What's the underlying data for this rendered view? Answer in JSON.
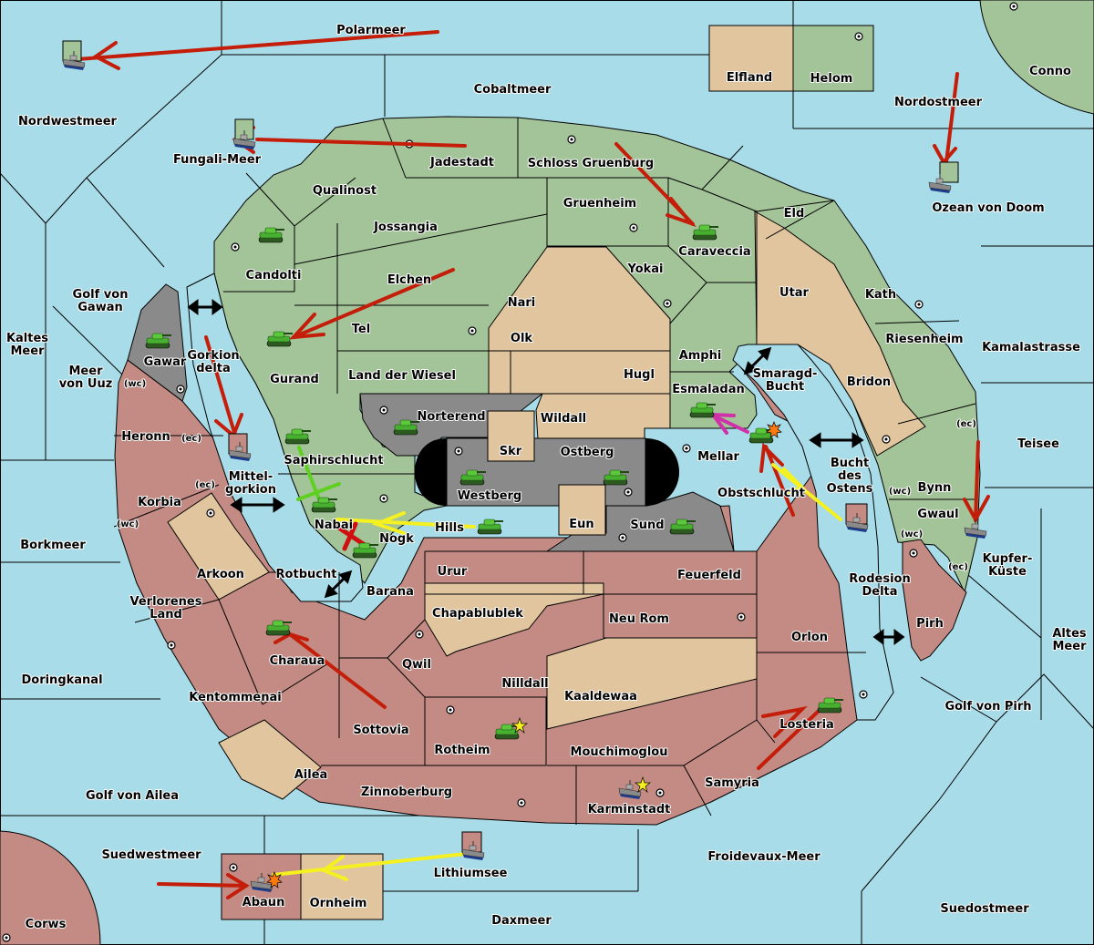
{
  "game": "Diplomacy-style strategy map",
  "colors": {
    "sea": "#a8dce8",
    "power_green": "#a3c498",
    "power_red": "#c38b83",
    "neutral_tan": "#e1c59f",
    "impassable_gray": "#8a8a8a",
    "order_red": "#c41e0a",
    "order_yellow": "#f5f020",
    "order_green": "#5fd020",
    "order_magenta": "#d030a8"
  },
  "seas": [
    {
      "name": "Polarmeer"
    },
    {
      "name": "Nordwestmeer"
    },
    {
      "name": "Cobaltmeer"
    },
    {
      "name": "Fungali-Meer"
    },
    {
      "name": "Nordostmeer"
    },
    {
      "name": "Ozean von Doom"
    },
    {
      "name": "Golf von Gawan"
    },
    {
      "name": "Kaltes Meer"
    },
    {
      "name": "Meer von Uuz"
    },
    {
      "name": "Gorkion delta"
    },
    {
      "name": "Mittel-gorkion"
    },
    {
      "name": "Borkmeer"
    },
    {
      "name": "Rotbucht"
    },
    {
      "name": "Smaragd-Bucht"
    },
    {
      "name": "Bucht des Ostens"
    },
    {
      "name": "Kamalastrasse"
    },
    {
      "name": "Teisee"
    },
    {
      "name": "Kupfer-Küste"
    },
    {
      "name": "Rodesion Delta"
    },
    {
      "name": "Altes Meer"
    },
    {
      "name": "Golf von Pirh"
    },
    {
      "name": "Doringkanal"
    },
    {
      "name": "Golf von Ailea"
    },
    {
      "name": "Suedwestmeer"
    },
    {
      "name": "Lithiumsee"
    },
    {
      "name": "Froidevaux-Meer"
    },
    {
      "name": "Daxmeer"
    },
    {
      "name": "Suedostmeer"
    }
  ],
  "labels": {
    "Polarmeer": "Polarmeer",
    "Nordwestmeer": "Nordwestmeer",
    "Cobaltmeer": "Cobaltmeer",
    "Fungali": "Fungali-Meer",
    "Nordostmeer": "Nordostmeer",
    "Ozean": "Ozean von Doom",
    "GolfGawan1": "Golf von",
    "GolfGawan2": "Gawan",
    "Kaltes1": "Kaltes",
    "Kaltes2": "Meer",
    "Uuz1": "Meer",
    "Uuz2": "von Uuz",
    "Gorkion1": "Gorkion",
    "Gorkion2": "delta",
    "Mittel1": "Mittel-",
    "Mittel2": "gorkion",
    "Borkmeer": "Borkmeer",
    "Rotbucht": "Rotbucht",
    "Smaragd1": "Smaragd-",
    "Smaragd2": "Bucht",
    "Bucht1": "Bucht",
    "Bucht2": "des",
    "Bucht3": "Ostens",
    "Kamala": "Kamalastrasse",
    "Teisee": "Teisee",
    "Kupfer1": "Kupfer-",
    "Kupfer2": "Küste",
    "Rodesion1": "Rodesion",
    "Rodesion2": "Delta",
    "Altes1": "Altes",
    "Altes2": "Meer",
    "GolfPirh": "Golf von Pirh",
    "Doring": "Doringkanal",
    "GolfAilea": "Golf von Ailea",
    "Suedwest": "Suedwestmeer",
    "Lithium": "Lithiumsee",
    "Froidevaux": "Froidevaux-Meer",
    "Daxmeer": "Daxmeer",
    "Suedost": "Suedostmeer",
    "Elfland": "Elfland",
    "Helom": "Helom",
    "Conno": "Conno",
    "Jadestadt": "Jadestadt",
    "Schloss": "Schloss Gruenburg",
    "Qualinost": "Qualinost",
    "Jossangia": "Jossangia",
    "Gruenheim": "Gruenheim",
    "Eld": "Eld",
    "Caraveccia": "Caraveccia",
    "Candolti": "Candolti",
    "Elchen": "Elchen",
    "Yokai": "Yokai",
    "Utar": "Utar",
    "Kath": "Kath",
    "Nari": "Nari",
    "Tel": "Tel",
    "Olk": "Olk",
    "Gurand": "Gurand",
    "Amphi": "Amphi",
    "Riesenheim": "Riesenheim",
    "Land": "Land der Wiesel",
    "Hugl": "Hugl",
    "Bridon": "Bridon",
    "Gawar": "Gawar",
    "Esmaladan": "Esmaladan",
    "Norterend": "Norterend",
    "Wildall": "Wildall",
    "Heronn": "Heronn",
    "Saphir": "Saphirschlucht",
    "Skr": "Skr",
    "Ostberg": "Ostberg",
    "Mellar": "Mellar",
    "Westberg": "Westberg",
    "Korbia": "Korbia",
    "Obst": "Obstschlucht",
    "Bynn": "Bynn",
    "Nabai": "Nabai",
    "Hills": "Hills",
    "Eun": "Eun",
    "Sund": "Sund",
    "Gwaul": "Gwaul",
    "Nogk": "Nogk",
    "Arkoon": "Arkoon",
    "Urur": "Urur",
    "Feuerfeld": "Feuerfeld",
    "Barana": "Barana",
    "Pirh": "Pirh",
    "Verl1": "Verlorenes",
    "Verl2": "Land",
    "Chapa": "Chapablublek",
    "NeuRom": "Neu Rom",
    "Orlon": "Orlon",
    "Charaua": "Charaua",
    "Qwil": "Qwil",
    "Nilldall": "Nilldall",
    "Kentom": "Kentommenai",
    "Kaaldewaa": "Kaaldewaa",
    "Losteria": "Losteria",
    "Sottovia": "Sottovia",
    "Rotheim": "Rotheim",
    "Mouchi": "Mouchimoglou",
    "Ailea": "Ailea",
    "Zinnober": "Zinnoberburg",
    "Samyria": "Samyria",
    "Karmin": "Karminstadt",
    "Abaun": "Abaun",
    "Ornheim": "Ornheim",
    "Corws": "Corws",
    "wc": "(wc)",
    "ec": "(ec)"
  },
  "units": [
    {
      "type": "army",
      "location": "Candolti",
      "power": "green"
    },
    {
      "type": "army",
      "location": "Gurand",
      "power": "green"
    },
    {
      "type": "army",
      "location": "Gawar",
      "power": "green"
    },
    {
      "type": "army",
      "location": "Caraveccia",
      "power": "green"
    },
    {
      "type": "army",
      "location": "Norterend",
      "power": "green"
    },
    {
      "type": "army",
      "location": "Saphirschlucht",
      "power": "green"
    },
    {
      "type": "army",
      "location": "Westberg",
      "power": "green"
    },
    {
      "type": "army",
      "location": "Ostberg",
      "power": "green"
    },
    {
      "type": "army",
      "location": "Nabai",
      "power": "green"
    },
    {
      "type": "army",
      "location": "Nogk",
      "power": "green"
    },
    {
      "type": "army",
      "location": "Hills",
      "power": "green"
    },
    {
      "type": "army",
      "location": "Sund",
      "power": "green"
    },
    {
      "type": "army",
      "location": "Esmaladan",
      "power": "green"
    },
    {
      "type": "army",
      "location": "Mellar",
      "power": "green",
      "status": "dislodged"
    },
    {
      "type": "army",
      "location": "Charaua",
      "power": "green"
    },
    {
      "type": "army",
      "location": "Rotheim",
      "power": "green",
      "status": "new"
    },
    {
      "type": "army",
      "location": "Losteria",
      "power": "green"
    },
    {
      "type": "fleet",
      "location": "Nordwestmeer",
      "power": "green"
    },
    {
      "type": "fleet",
      "location": "Fungali-Meer",
      "power": "green"
    },
    {
      "type": "fleet",
      "location": "Ozean von Doom",
      "power": "green"
    },
    {
      "type": "fleet",
      "location": "Kupfer-Küste",
      "power": "green"
    },
    {
      "type": "fleet",
      "location": "Gorkion delta",
      "power": "red"
    },
    {
      "type": "fleet",
      "location": "Bucht des Ostens",
      "power": "red"
    },
    {
      "type": "fleet",
      "location": "Lithiumsee",
      "power": "red"
    },
    {
      "type": "fleet",
      "location": "Abaun",
      "power": "green",
      "status": "dislodged"
    },
    {
      "type": "fleet",
      "location": "Karminstadt",
      "power": "red",
      "status": "new"
    }
  ]
}
